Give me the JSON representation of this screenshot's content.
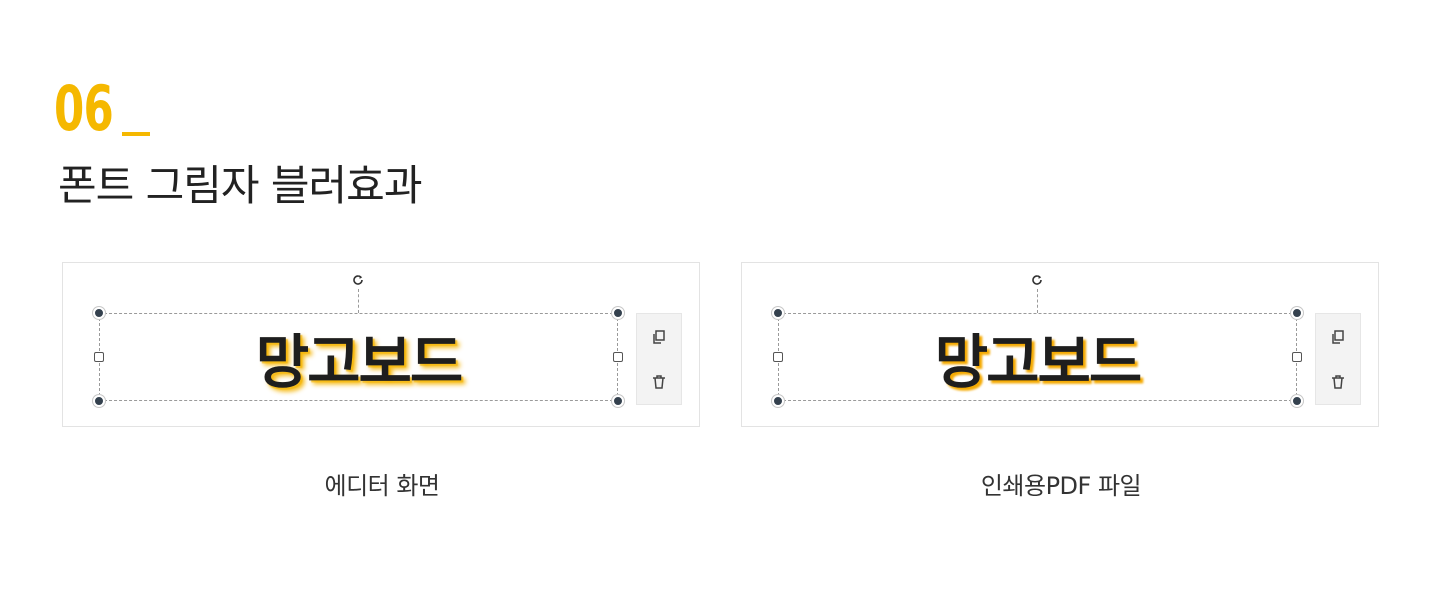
{
  "section": {
    "number": "06",
    "title": "폰트 그림자 블러효과",
    "accent_color": "#f5b800"
  },
  "panels": [
    {
      "logo_text": "망고보드",
      "caption": "에디터 화면",
      "icons": [
        "rotate-icon",
        "copy-icon",
        "trash-icon"
      ]
    },
    {
      "logo_text": "망고보드",
      "caption": "인쇄용PDF 파일",
      "icons": [
        "rotate-icon",
        "copy-icon",
        "trash-icon"
      ]
    }
  ]
}
